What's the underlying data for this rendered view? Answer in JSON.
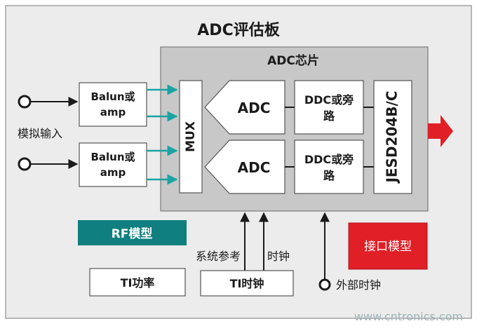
{
  "board_title": "ADC评估板",
  "chip_title": "ADC芯片",
  "analog_input_label": "模拟输入",
  "balun_line1": "Balun或",
  "balun_line2": "amp",
  "mux_label": "MUX",
  "adc_label": "ADC",
  "ddc_line1": "DDC或旁",
  "ddc_line2": "路",
  "jesd_label": "JESD204B/C",
  "rf_model_label": "RF模型",
  "interface_model_label": "接口模型",
  "system_ref_label": "系统参考",
  "clock_label": "时钟",
  "ti_power_label": "TI功率",
  "ti_clock_label": "TI时钟",
  "external_clock_label": "外部时钟",
  "watermark": "www.cntronics.com",
  "colors": {
    "board_bg": "#ececec",
    "chip_bg": "#c8c8c8",
    "teal": "#0f7f7f",
    "teal_arrow": "#1aa3a3",
    "red": "#e01f26",
    "dark": "#1a1a1a",
    "outline": "#555555"
  }
}
